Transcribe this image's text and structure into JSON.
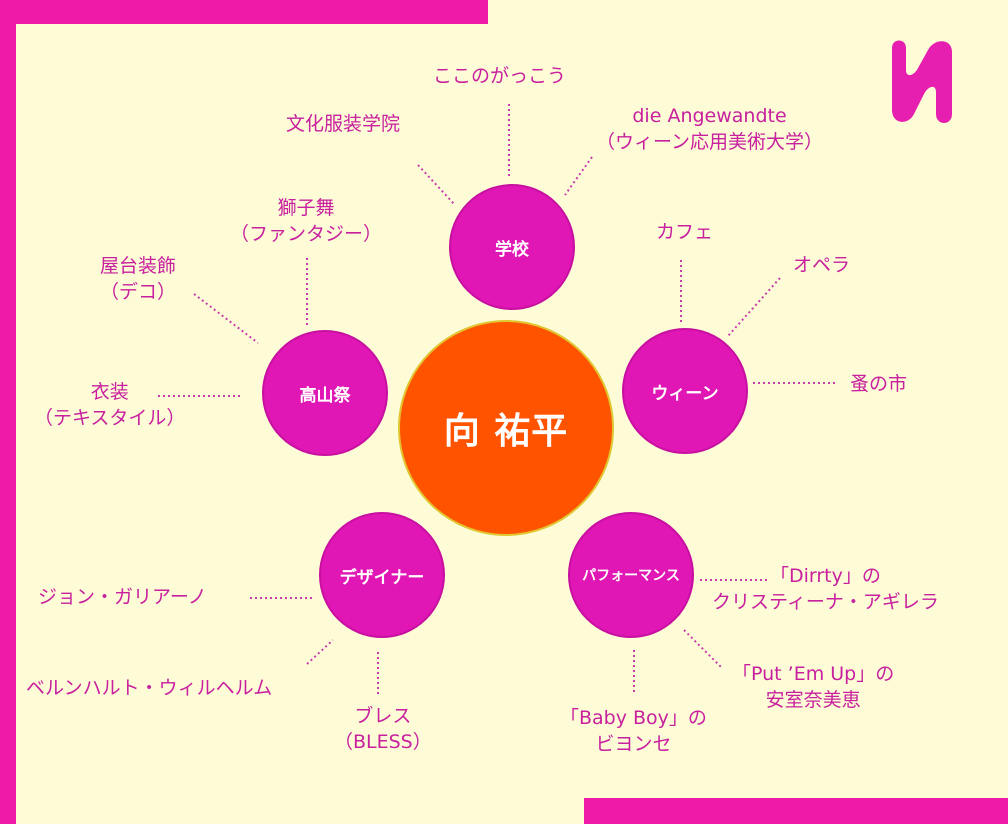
{
  "center": {
    "label": "向 祐平"
  },
  "hubs": {
    "school": "学校",
    "takayama": "高山祭",
    "vienna": "ウィーン",
    "designer": "デザイナー",
    "performance": "パフォーマンス"
  },
  "leaves": {
    "bunka": "文化服装学院",
    "koko": "ここのがっこう",
    "angewandte_1": "die Angewandte",
    "angewandte_2": "（ウィーン応用美術大学）",
    "shishimai_1": "獅子舞",
    "shishimai_2": "（ファンタジー）",
    "yatai_1": "屋台装飾",
    "yatai_2": "（デコ）",
    "isho_1": "衣装",
    "isho_2": "（テキスタイル）",
    "cafe": "カフェ",
    "opera": "オペラ",
    "nomi": "蚤の市",
    "galliano": "ジョン・ガリアーノ",
    "willhelm": "ベルンハルト・ウィルヘルム",
    "bless_1": "ブレス",
    "bless_2": "（BLESS）",
    "dirrty_1": "「Dirrty」の",
    "dirrty_2": "クリスティーナ・アギレラ",
    "putemup_1": "「Put ’Em Up」の",
    "putemup_2": "安室奈美恵",
    "babyboy_1": "「Baby Boy」の",
    "babyboy_2": "ビヨンセ"
  },
  "colors": {
    "background": "#fdfcd7",
    "frame": "#ee1aa8",
    "hub": "#e017b5",
    "center": "#ff5300",
    "text": "#c8209e"
  }
}
